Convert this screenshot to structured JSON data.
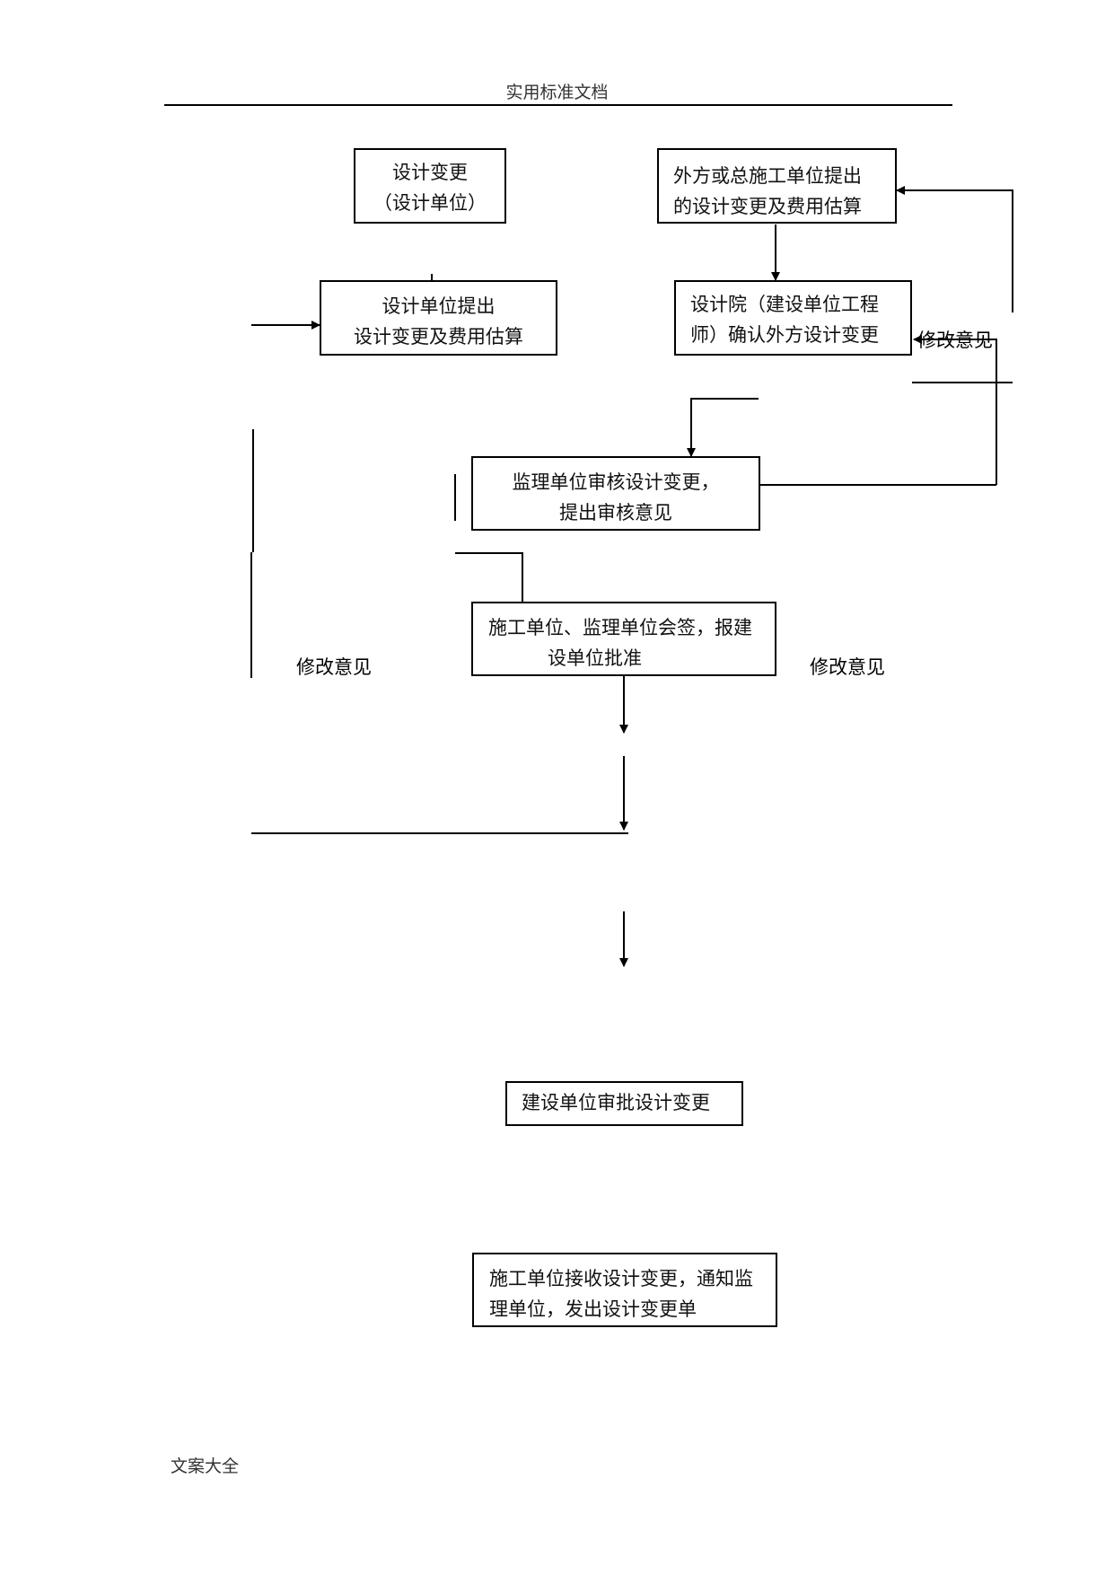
{
  "page": {
    "header": "实用标准文档",
    "footer": "文案大全"
  },
  "nodes": {
    "design_change": {
      "lines": [
        "设计变更",
        "（设计单位）"
      ]
    },
    "design_unit_proposal": {
      "lines": [
        "设计单位提出",
        "设计变更及费用估算"
      ]
    },
    "external_proposal": {
      "lines": [
        "外方或总施工单位提出",
        "的设计变更及费用估算"
      ]
    },
    "institute_confirm": {
      "lines": [
        "设计院（建设单位工程",
        "师）确认外方设计变更"
      ]
    },
    "supervisor_review": {
      "lines": [
        "监理单位审核设计变更，",
        "提出审核意见"
      ]
    },
    "cosign": {
      "lines": [
        "施工单位、监理单位会签，报建",
        "设单位批准"
      ]
    },
    "owner_approve": {
      "lines": [
        "建设单位审批设计变更"
      ]
    },
    "contractor_receive": {
      "lines": [
        "施工单位接收设计变更，通知监",
        "理单位，发出设计变更单"
      ]
    }
  },
  "labels": {
    "revise_right_top": "修改意见",
    "revise_left": "修改意见",
    "revise_right_mid": "修改意见"
  }
}
